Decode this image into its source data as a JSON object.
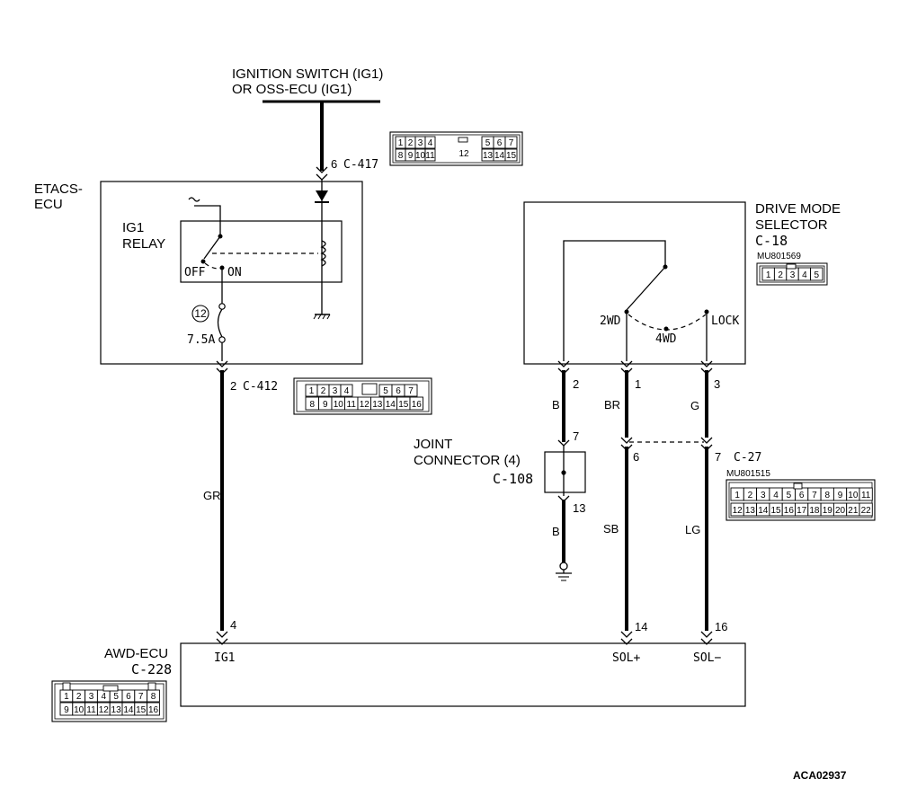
{
  "source": {
    "line1": "IGNITION SWITCH (IG1)",
    "line2": "OR OSS-ECU (IG1)"
  },
  "etacs": {
    "line1": "ETACS-",
    "line2": "ECU"
  },
  "relay": {
    "line1": "IG1",
    "line2": "RELAY",
    "off": "OFF",
    "on": "ON"
  },
  "fuse": {
    "number": "12",
    "rating": "7.5A"
  },
  "c417": {
    "pin": "6",
    "name": "C-417",
    "cells_top": [
      "1",
      "2",
      "3",
      "4",
      "5",
      "6",
      "7"
    ],
    "mid": "12",
    "cells_bot": [
      "8",
      "9",
      "10",
      "11",
      "13",
      "14",
      "15"
    ]
  },
  "c412": {
    "pin": "2",
    "name": "C-412",
    "cells_top": [
      "1",
      "2",
      "3",
      "4",
      "5",
      "6",
      "7"
    ],
    "cells_bot": [
      "8",
      "9",
      "10",
      "11",
      "12",
      "13",
      "14",
      "15",
      "16"
    ]
  },
  "dms": {
    "line1": "DRIVE MODE",
    "line2": "SELECTOR",
    "line3": "C-18",
    "part": "MU801569",
    "pos_2wd": "2WD",
    "pos_4wd": "4WD",
    "pos_lock": "LOCK",
    "pins": [
      "2",
      "1",
      "3"
    ],
    "cells": [
      "1",
      "2",
      "3",
      "4",
      "5"
    ]
  },
  "joint": {
    "line1": "JOINT",
    "line2": "CONNECTOR (4)",
    "line3": "C-108",
    "pin_top": "7",
    "pin_bot": "13"
  },
  "c27": {
    "pin_sb": "6",
    "pin_lg": "7",
    "name": "C-27",
    "part": "MU801515",
    "cells_top": [
      "1",
      "2",
      "3",
      "4",
      "5",
      "6",
      "7",
      "8",
      "9",
      "10",
      "11"
    ],
    "cells_bot": [
      "12",
      "13",
      "14",
      "15",
      "16",
      "17",
      "18",
      "19",
      "20",
      "21",
      "22"
    ]
  },
  "wires": {
    "gr": "GR",
    "b1": "B",
    "br": "BR",
    "g": "G",
    "b2": "B",
    "sb": "SB",
    "lg": "LG"
  },
  "awd": {
    "line1": "AWD-ECU",
    "line2": "C-228",
    "pin_ig1": "4",
    "pin_solp": "14",
    "pin_soln": "16",
    "term_ig1": "IG1",
    "term_solp": "SOL+",
    "term_soln": "SOL−",
    "cells_top": [
      "1",
      "2",
      "3",
      "4",
      "5",
      "6",
      "7",
      "8"
    ],
    "cells_bot": [
      "9",
      "10",
      "11",
      "12",
      "13",
      "14",
      "15",
      "16"
    ]
  },
  "figure_id": "ACA02937"
}
